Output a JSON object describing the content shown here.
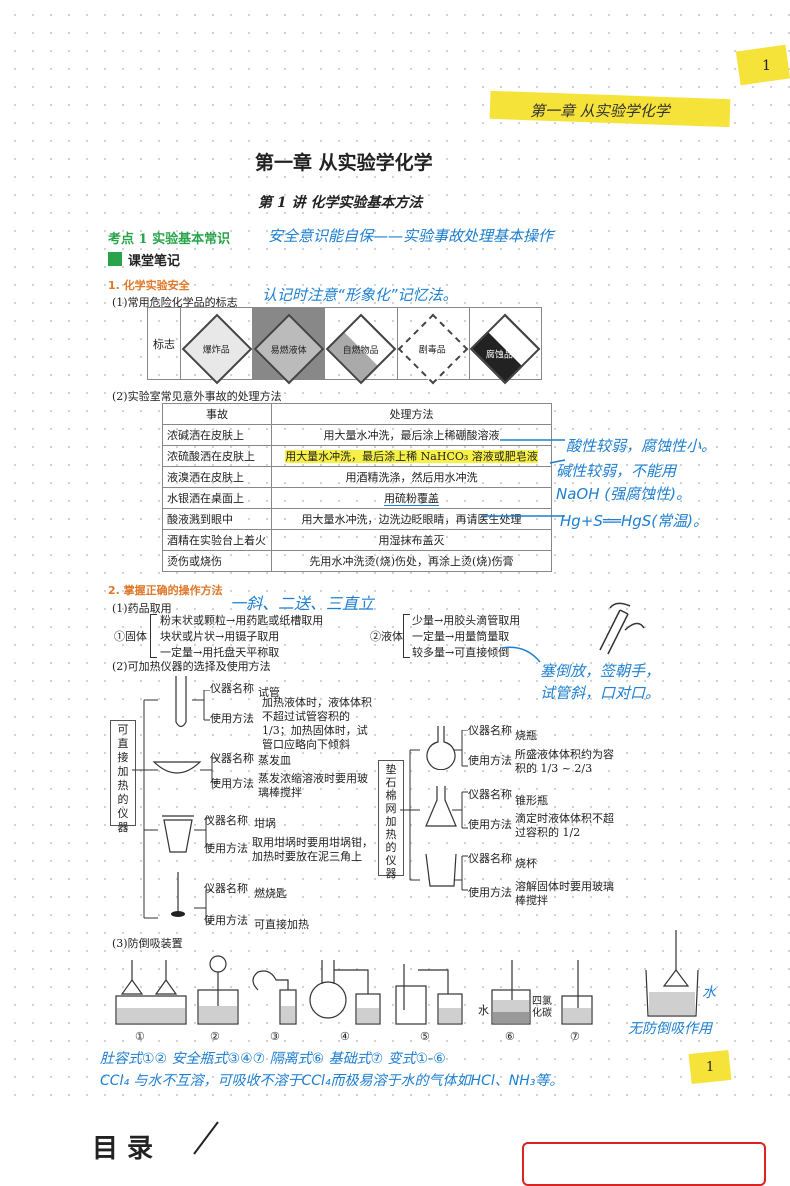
{
  "page_number": "1",
  "header_tag": "第一章  从实验学化学",
  "chapter_title": "第一章   从实验学化学",
  "lecture_title": "第 1 讲   化学实验基本方法",
  "topic": {
    "label": "考点 1   实验基本常识",
    "handwritten": "安全意识能自保——实验事故处理基本操作"
  },
  "notes_label": "课堂笔记",
  "section1": {
    "title": "1. 化学实验安全",
    "sub1": "(1)常用危险化学品的标志",
    "sub1_note": "认记时注意“形象化”记忆法。",
    "hazard_row_label": "标志",
    "hazards": [
      "爆炸品",
      "易燃液体",
      "自燃物品",
      "剧毒品",
      "腐蚀品"
    ],
    "sub2": "(2)实验室常见意外事故的处理方法",
    "table_headers": [
      "事故",
      "处理方法"
    ],
    "accidents": [
      {
        "event": "浓碱洒在皮肤上",
        "method": "用大量水冲洗，最后涂上稀硼酸溶液"
      },
      {
        "event": "浓硫酸洒在皮肤上",
        "method": "用大量水冲洗，最后涂上稀 NaHCO₃ 溶液或肥皂液"
      },
      {
        "event": "液溴洒在皮肤上",
        "method": "用酒精洗涤，然后用水冲洗"
      },
      {
        "event": "水银洒在桌面上",
        "method": "用硫粉覆盖"
      },
      {
        "event": "酸液溅到眼中",
        "method": "用大量水冲洗，边洗边眨眼睛，再请医生处理"
      },
      {
        "event": "酒精在实验台上着火",
        "method": "用湿抹布盖灭"
      },
      {
        "event": "烫伤或烧伤",
        "method": "先用水冲洗烫(烧)伤处，再涂上烫(烧)伤膏"
      }
    ],
    "notes": {
      "n1": "酸性较弱，腐蚀性小。",
      "n2": "碱性较弱，不能用",
      "n3": "NaOH (强腐蚀性)。",
      "n4": "Hg+S══HgS(常温)。"
    }
  },
  "section2": {
    "title": "2. 掌握正确的操作方法",
    "handwritten": "一斜、二送、三直立",
    "sub1": "(1)药品取用",
    "solid_label": "①固体",
    "solid_items": [
      "粉末状或颗粒→用药匙或纸槽取用",
      "块状或片状→用镊子取用",
      "一定量→用托盘天平称取"
    ],
    "liquid_label": "②液体",
    "liquid_items": [
      "少量→用胶头滴管取用",
      "一定量→用量筒量取",
      "较多量→可直接倾倒"
    ],
    "liquid_note": "塞倒放，签朝手，试管斜，口对口。",
    "sub2": "(2)可加热仪器的选择及使用方法",
    "direct_label": "可直接加热的仪器",
    "direct": [
      {
        "name_label": "仪器名称",
        "name": "试管",
        "use_label": "使用方法",
        "use": "加热液体时，液体体积不超过试管容积的 1/3；加热固体时，试管口应略向下倾斜"
      },
      {
        "name_label": "仪器名称",
        "name": "蒸发皿",
        "use_label": "使用方法",
        "use": "蒸发浓缩溶液时要用玻璃棒搅拌"
      },
      {
        "name_label": "仪器名称",
        "name": "坩埚",
        "use_label": "使用方法",
        "use": "取用坩埚时要用坩埚钳，加热时要放在泥三角上"
      },
      {
        "name_label": "仪器名称",
        "name": "燃烧匙",
        "use_label": "使用方法",
        "use": "可直接加热"
      }
    ],
    "asbestos_label": "垫石棉网加热的仪器",
    "asbestos": [
      {
        "name_label": "仪器名称",
        "name": "烧瓶",
        "use_label": "使用方法",
        "use": "所盛液体体积约为容积的 1/3 ~ 2/3"
      },
      {
        "name_label": "仪器名称",
        "name": "锥形瓶",
        "use_label": "使用方法",
        "use": "滴定时液体体积不超过容积的 1/2"
      },
      {
        "name_label": "仪器名称",
        "name": "烧杯",
        "use_label": "使用方法",
        "use": "溶解固体时要用玻璃棒搅拌"
      }
    ],
    "sub3": "(3)防倒吸装置",
    "device_labels": [
      "①",
      "②",
      "③",
      "④",
      "⑤",
      "⑥",
      "⑦"
    ],
    "water_label": "水",
    "ccl4_label": "四氯化碳",
    "side_water": "水",
    "side_note": "无防倒吸作用",
    "bottom_line1": "肚容式①②  安全瓶式③④⑦  隔离式⑥  基础式⑦  变式①-⑥",
    "bottom_line2": "CCl₄ 与水不互溶，可吸收不溶于CCl₄而极易溶于水的气体如HCl、NH₃等。"
  },
  "bottom_page": "1",
  "next_page_title": "目 录"
}
